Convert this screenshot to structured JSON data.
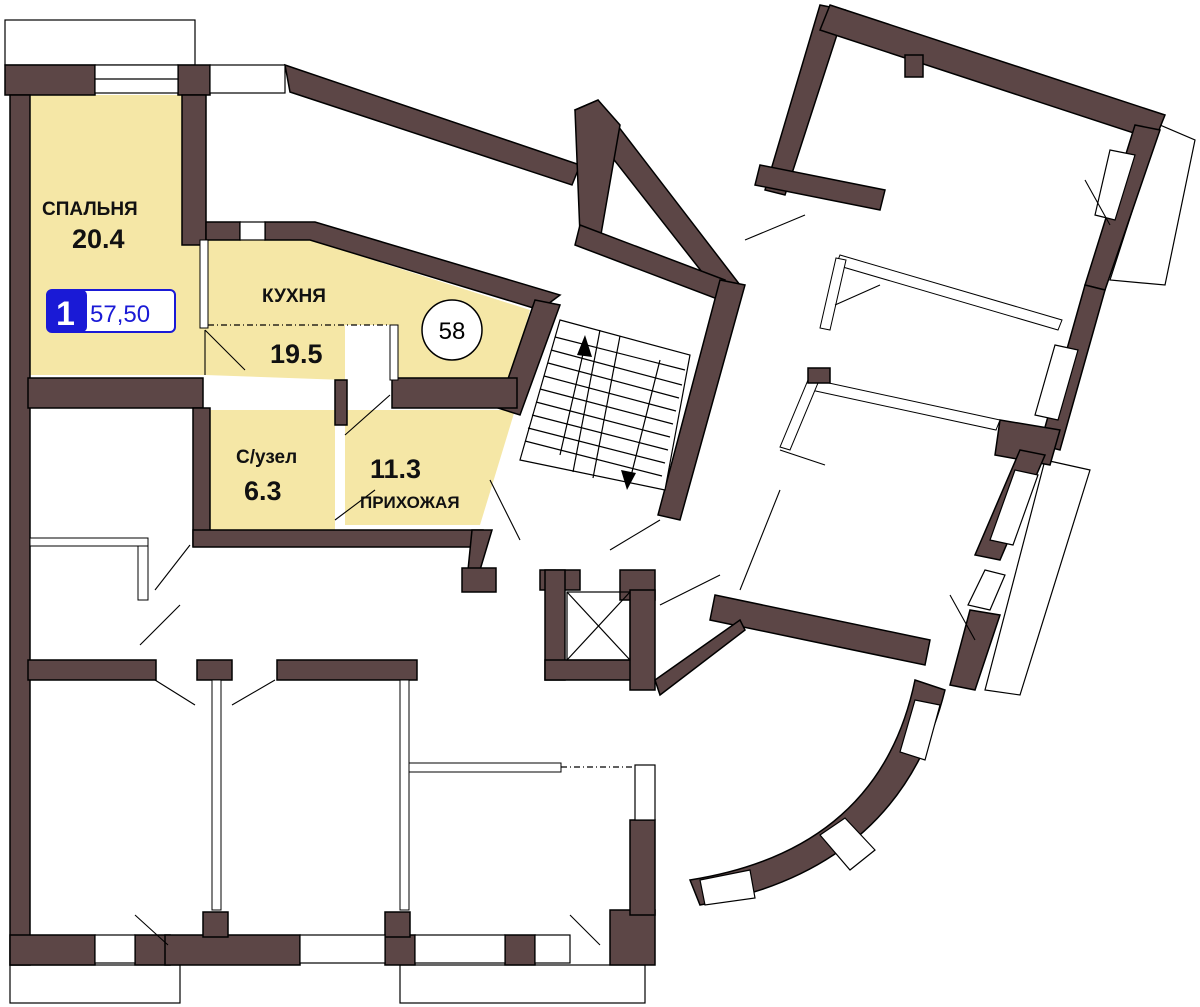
{
  "rooms": {
    "bedroom": {
      "name": "СПАЛЬНЯ",
      "area": "20.4"
    },
    "kitchen": {
      "name": "КУХНЯ",
      "area": "19.5"
    },
    "bathroom": {
      "name": "С/узел",
      "area": "6.3"
    },
    "hallway": {
      "name": "ПРИХОЖАЯ",
      "area": "11.3"
    }
  },
  "apartment_tag": {
    "rooms_count": "1",
    "total_area": "57,50"
  },
  "unit_number": "58",
  "colors": {
    "wall": "#5c4646",
    "highlight": "#f5e7a6",
    "tag_blue": "#1a1ad6"
  }
}
